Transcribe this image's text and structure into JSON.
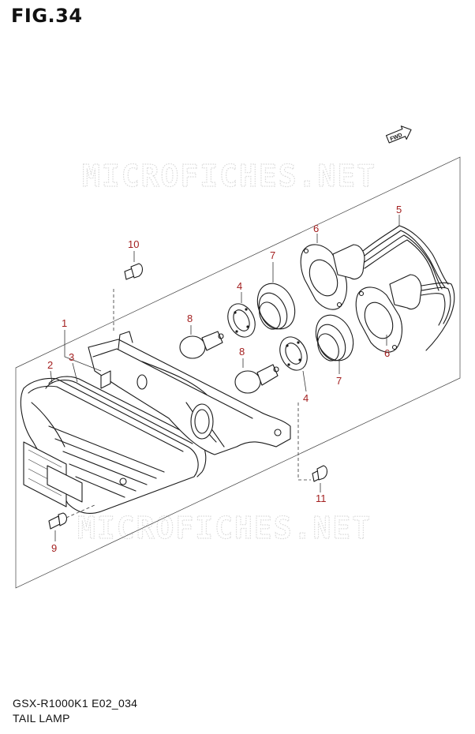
{
  "figure": {
    "title": "FIG.34"
  },
  "watermark": {
    "text": "MICROFICHES.NET"
  },
  "direction_badge": {
    "label": "FWD"
  },
  "callouts": [
    "1",
    "2",
    "3",
    "4",
    "4",
    "5",
    "6",
    "6",
    "7",
    "7",
    "8",
    "8",
    "9",
    "10",
    "11"
  ],
  "footer": {
    "model": "GSX-R1000K1 E02_034",
    "section": "TAIL LAMP"
  },
  "colors": {
    "callout": "#a31f1f",
    "linework": "#1a1a1a",
    "watermark": "#d9d9d9"
  }
}
